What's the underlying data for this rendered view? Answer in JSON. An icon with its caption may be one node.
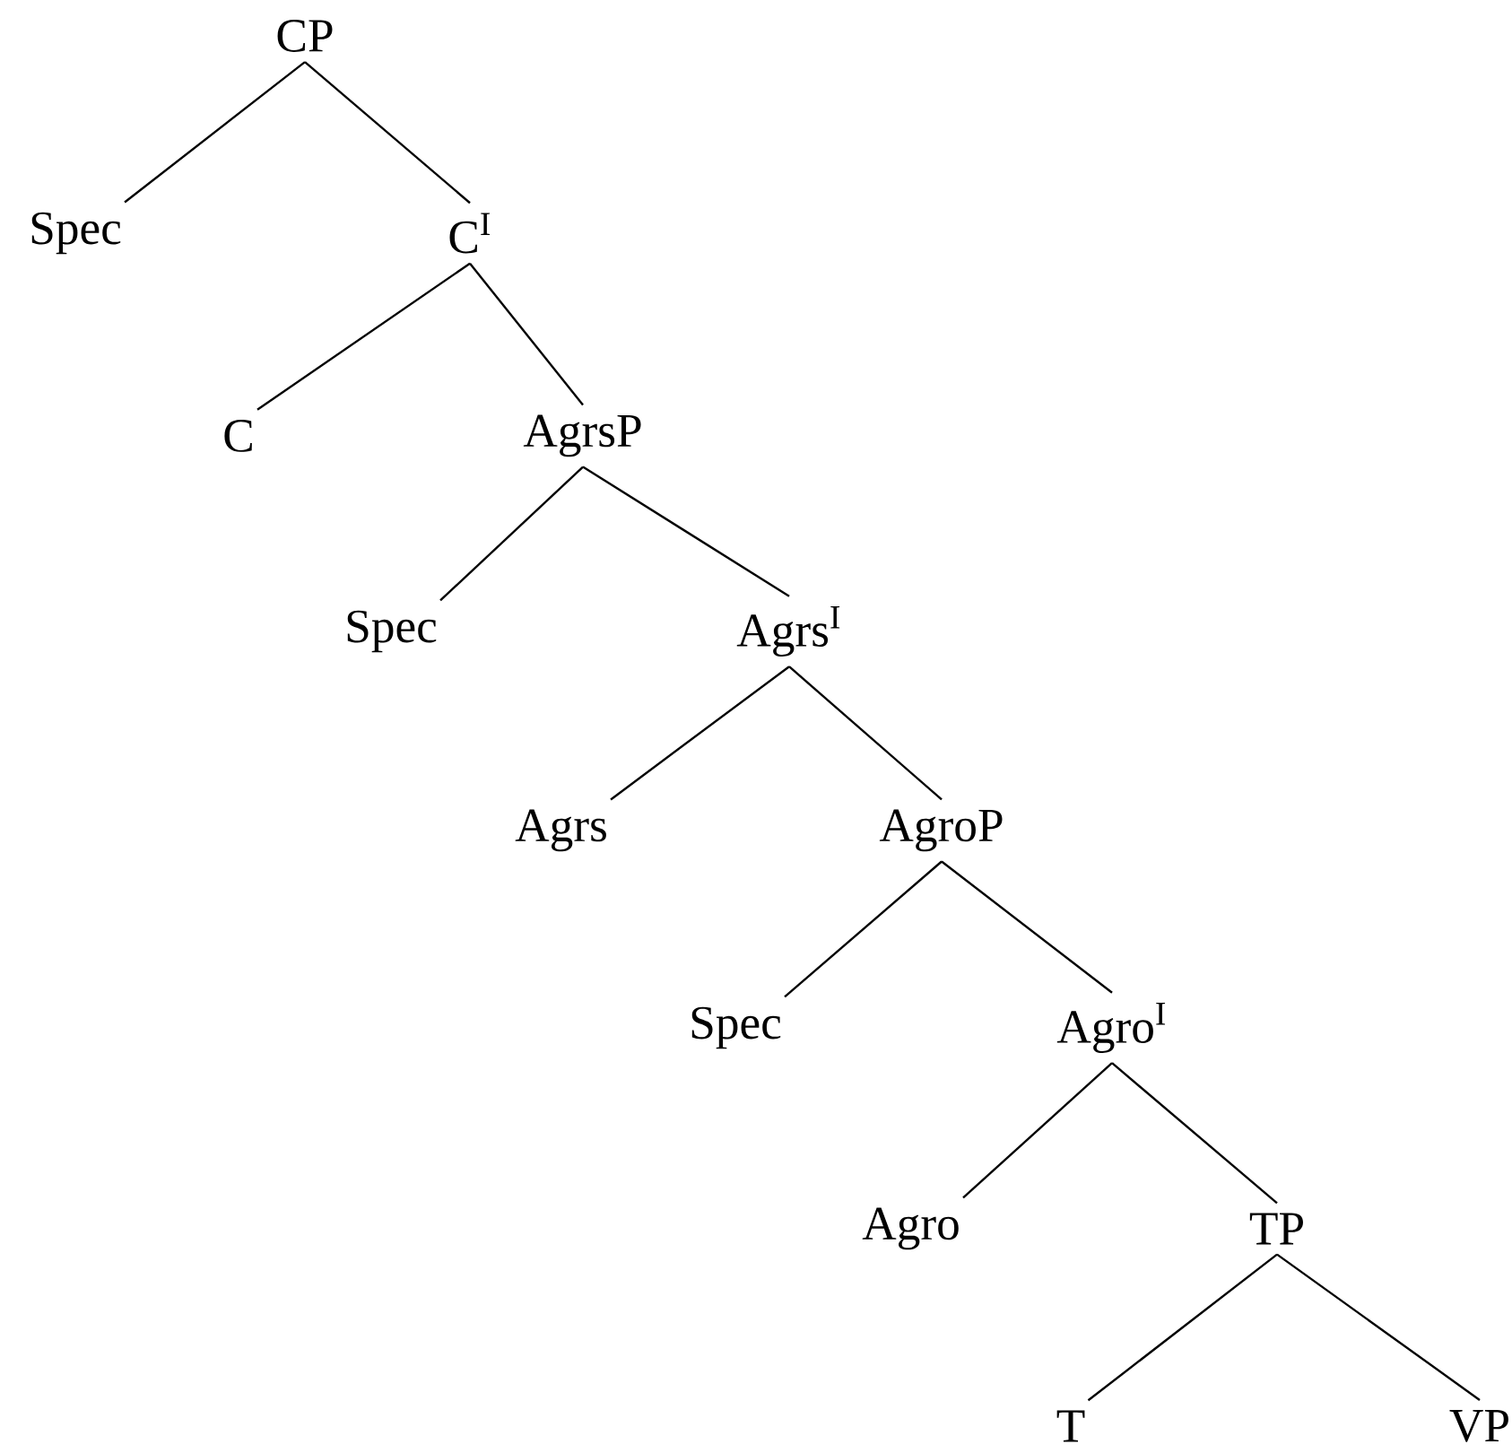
{
  "diagram": {
    "nodes": [
      {
        "text": [
          "CP"
        ]
      },
      {
        "text": [
          "Spec"
        ]
      },
      {
        "text": [
          "C$^{I}$"
        ]
      },
      {
        "text": [
          "C"
        ]
      },
      {
        "text": [
          "AgrsP"
        ]
      },
      {
        "text": [
          "Spec"
        ]
      },
      {
        "text": [
          "Agrs$^{I}$"
        ]
      },
      {
        "text": [
          "Agrs"
        ]
      },
      {
        "text": [
          "AgroP"
        ]
      },
      {
        "text": [
          "Spec"
        ]
      },
      {
        "text": [
          "Agro$^{I}$"
        ]
      },
      {
        "text": [
          "Agro"
        ]
      },
      {
        "text": [
          "TP"
        ]
      },
      {
        "text": [
          "T"
        ]
      },
      {
        "text": [
          "VP"
        ]
      }
    ],
    "edges": [
      {
        "from": 0,
        "to": 1,
        "arrow": "none"
      },
      {
        "from": 0,
        "to": 2,
        "arrow": "none"
      },
      {
        "from": 2,
        "to": 3,
        "arrow": "none"
      },
      {
        "from": 2,
        "to": 4,
        "arrow": "none"
      },
      {
        "from": 4,
        "to": 5,
        "arrow": "none"
      },
      {
        "from": 4,
        "to": 6,
        "arrow": "none"
      },
      {
        "from": 6,
        "to": 7,
        "arrow": "none"
      },
      {
        "from": 6,
        "to": 8,
        "arrow": "none"
      },
      {
        "from": 8,
        "to": 9,
        "arrow": "none"
      },
      {
        "from": 8,
        "to": 10,
        "arrow": "none"
      },
      {
        "from": 10,
        "to": 11,
        "arrow": "none"
      },
      {
        "from": 10,
        "to": 12,
        "arrow": "none"
      },
      {
        "from": 12,
        "to": 13,
        "arrow": "none"
      },
      {
        "from": 12,
        "to": 14,
        "arrow": "none"
      }
    ]
  }
}
